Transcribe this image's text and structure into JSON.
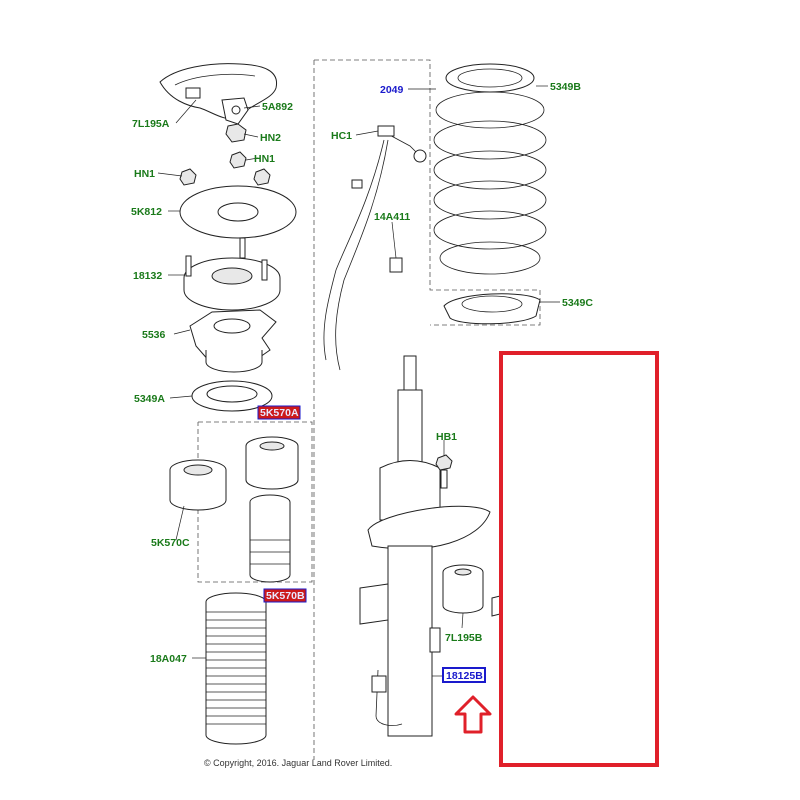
{
  "labels": {
    "l7L195A": "7L195A",
    "l5A892": "5A892",
    "lHN2": "HN2",
    "lHN1a": "HN1",
    "lHN1b": "HN1",
    "l5K812": "5K812",
    "l18132": "18132",
    "l5536": "5536",
    "l5349A": "5349A",
    "l5K570A": "5K570A",
    "l5K570C": "5K570C",
    "l5K570B": "5K570B",
    "l18A047": "18A047",
    "l2049": "2049",
    "l5349B": "5349B",
    "lHC1": "HC1",
    "l14A411": "14A411",
    "l5349C": "5349C",
    "lHB1": "HB1",
    "l7L195B": "7L195B",
    "l18125B": "18125B"
  },
  "copyright": "© Copyright, 2016. Jaguar Land Rover Limited.",
  "colors": {
    "label_green": "#1a7a1a",
    "label_blue": "#1a1acc",
    "highlight_red": "#e0202a",
    "highlight_bg": "#cc1a1a"
  }
}
